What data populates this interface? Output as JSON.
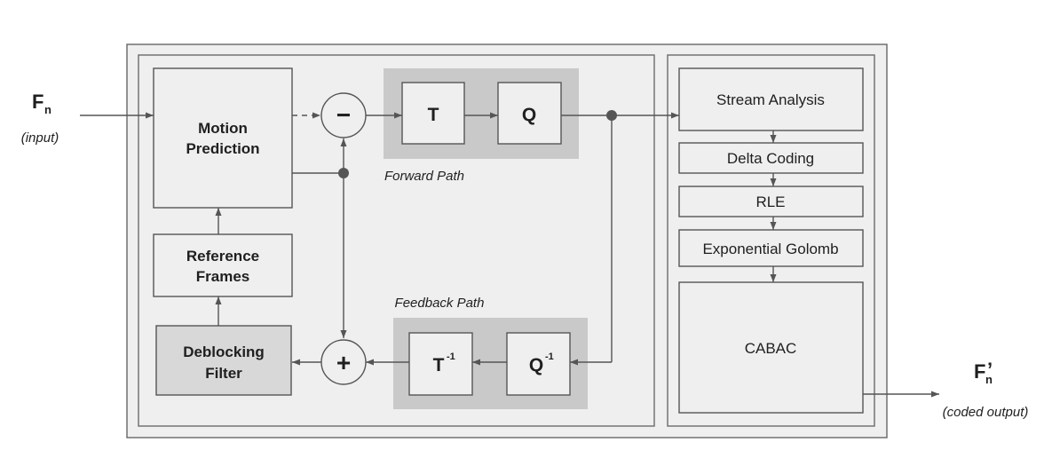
{
  "input": {
    "symbol": "F",
    "subscript": "n",
    "caption": "(input)"
  },
  "output": {
    "symbol": "F",
    "subscript": "n",
    "prime": "’",
    "caption": "(coded output)"
  },
  "blocks": {
    "motion_prediction": [
      "Motion",
      "Prediction"
    ],
    "reference_frames": [
      "Reference",
      "Frames"
    ],
    "deblocking_filter": [
      "Deblocking",
      "Filter"
    ],
    "transform": "T",
    "quantize": "Q",
    "inverse_transform": {
      "base": "T",
      "sup": "-1"
    },
    "inverse_quantize": {
      "base": "Q",
      "sup": "-1"
    }
  },
  "operators": {
    "subtract": "−",
    "add": "+"
  },
  "paths": {
    "forward": "Forward Path",
    "feedback": "Feedback Path"
  },
  "entropy": {
    "stream_analysis": "Stream Analysis",
    "delta_coding": "Delta Coding",
    "rle": "RLE",
    "exp_golomb": "Exponential Golomb",
    "cabac": "CABAC"
  }
}
